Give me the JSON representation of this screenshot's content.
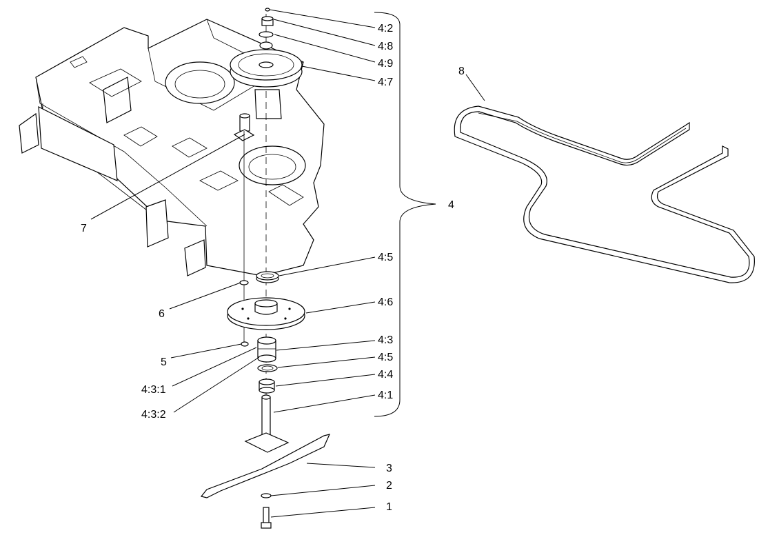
{
  "labels": {
    "c_4_2": "4:2",
    "c_4_8": "4:8",
    "c_4_9": "4:9",
    "c_4_7": "4:7",
    "c_8": "8",
    "c_4": "4",
    "c_7": "7",
    "c_4_5a": "4:5",
    "c_6": "6",
    "c_4_6": "4:6",
    "c_4_3": "4:3",
    "c_5": "5",
    "c_4_5b": "4:5",
    "c_4_3_1": "4:3:1",
    "c_4_4": "4:4",
    "c_4_1": "4:1",
    "c_4_3_2": "4:3:2",
    "c_3": "3",
    "c_2": "2",
    "c_1": "1"
  }
}
